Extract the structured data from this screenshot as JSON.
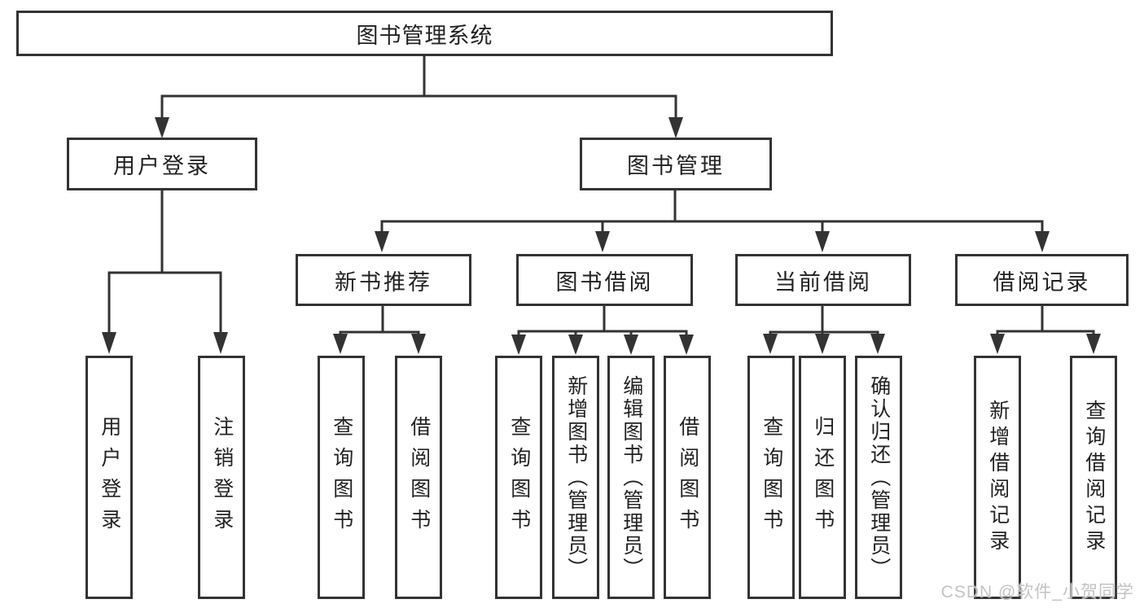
{
  "diagram": {
    "root": {
      "label": "图书管理系统"
    },
    "level2": [
      {
        "label": "用户登录"
      },
      {
        "label": "图书管理"
      }
    ],
    "level3": [
      {
        "label": "新书推荐"
      },
      {
        "label": "图书借阅"
      },
      {
        "label": "当前借阅"
      },
      {
        "label": "借阅记录"
      }
    ],
    "leaves": [
      {
        "parent": "用户登录",
        "label": "用户登录"
      },
      {
        "parent": "用户登录",
        "label": "注销登录"
      },
      {
        "parent": "新书推荐",
        "label": "查询图书"
      },
      {
        "parent": "新书推荐",
        "label": "借阅图书"
      },
      {
        "parent": "图书借阅",
        "label": "查询图书"
      },
      {
        "parent": "图书借阅",
        "label": "新增图书（管理员）"
      },
      {
        "parent": "图书借阅",
        "label": "编辑图书（管理员）"
      },
      {
        "parent": "图书借阅",
        "label": "借阅图书"
      },
      {
        "parent": "当前借阅",
        "label": "查询图书"
      },
      {
        "parent": "当前借阅",
        "label": "归还图书"
      },
      {
        "parent": "当前借阅",
        "label": "确认归还（管理员）"
      },
      {
        "parent": "借阅记录",
        "label": "新增借阅记录"
      },
      {
        "parent": "借阅记录",
        "label": "查询借阅记录"
      }
    ]
  },
  "watermark": {
    "label": "CSDN @软件_小贺同学"
  },
  "colors": {
    "line": "#333333",
    "box_border": "#333333",
    "box_bg": "#ffffff",
    "text": "#222222",
    "watermark": "#c3c3c3"
  }
}
